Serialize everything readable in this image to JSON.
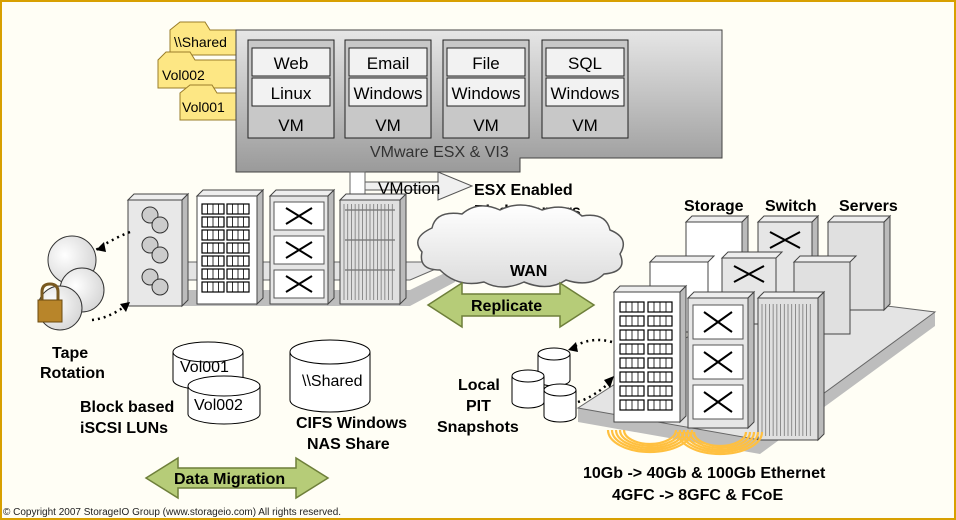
{
  "folders": [
    "\\\\Shared",
    "Vol002",
    "Vol001"
  ],
  "vms": [
    {
      "app": "Web",
      "os": "Linux",
      "vm": "VM"
    },
    {
      "app": "Email",
      "os": "Windows",
      "vm": "VM"
    },
    {
      "app": "File",
      "os": "Windows",
      "vm": "VM"
    },
    {
      "app": "SQL",
      "os": "Windows",
      "vm": "VM"
    }
  ],
  "hypervisor_label": "VMware ESX & VI3",
  "vmotion_label": "VMotion",
  "esx_label": [
    "ESX Enabled",
    "Blade Servers"
  ],
  "wan_label": "WAN",
  "replicate_label": "Replicate",
  "right_headers": {
    "storage": "Storage",
    "switch": "Switch",
    "servers": "Servers"
  },
  "tape_label": [
    "Tape",
    "Rotation"
  ],
  "volumes": [
    "Vol001",
    "Vol002"
  ],
  "block_label": [
    "Block based",
    "iSCSI LUNs"
  ],
  "nas_share": "\\\\Shared",
  "cifs_label": [
    "CIFS Windows",
    "NAS Share"
  ],
  "snapshot_label": [
    "Local",
    "PIT",
    "Snapshots"
  ],
  "migration_label": "Data Migration",
  "speed_label": [
    "10Gb -> 40Gb & 100Gb Ethernet",
    "4GFC -> 8GFC & FCoE"
  ],
  "copyright": "© Copyright 2007 StorageIO Group (www.storageio.com) All rights reserved.",
  "colors": {
    "background": "#fffef5",
    "border": "#d8a000",
    "folder": "#fde784",
    "arrow_green": "#b6cc78",
    "platform": "#dedede",
    "vm_panel": "#c0c0c0",
    "fiber": "#ffc040"
  }
}
